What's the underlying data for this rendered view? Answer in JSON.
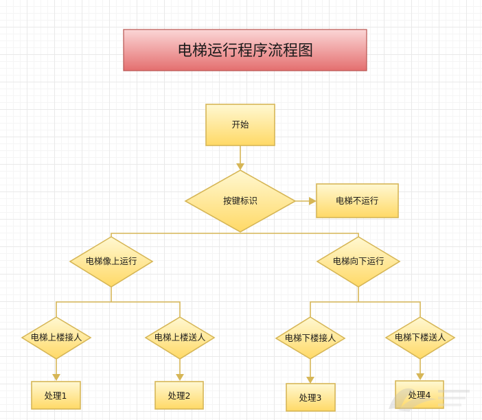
{
  "title": "电梯运行程序流程图",
  "colors": {
    "title_fill_top": "#f9d1d1",
    "title_fill_bottom": "#e46f6f",
    "title_stroke": "#b85450",
    "node_fill_top": "#fff7cc",
    "node_fill_bottom": "#ffd966",
    "node_stroke": "#d6b656"
  },
  "nodes": {
    "start": "开始",
    "button_flag": "按键标识",
    "elevator_idle": "电梯不运行",
    "going_up": "电梯像上运行",
    "going_down": "电梯向下运行",
    "up_pickup": "电梯上楼接人",
    "up_dropoff": "电梯上楼送人",
    "down_pickup": "电梯下楼接人",
    "down_dropoff": "电梯下楼送人",
    "process1": "处理1",
    "process2": "处理2",
    "process3": "处理3",
    "process4": "处理4"
  }
}
